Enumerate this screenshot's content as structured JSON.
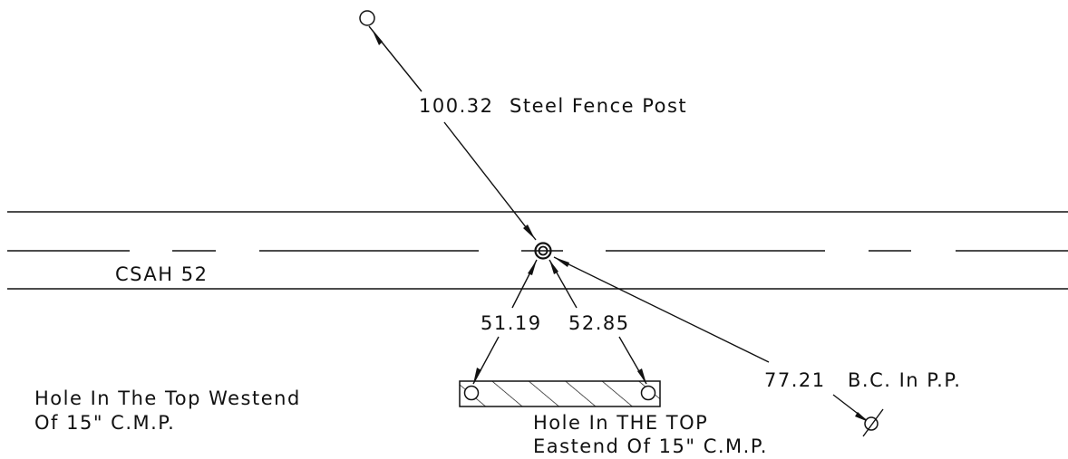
{
  "road": {
    "name": "CSAH 52"
  },
  "ties": [
    {
      "distance": "100.32",
      "description": "Steel Fence Post"
    },
    {
      "distance": "51.19",
      "description": "Hole In The Top Westend",
      "description2": "Of 15\" C.M.P."
    },
    {
      "distance": "52.85",
      "description": "Hole In THE TOP",
      "description2": "Eastend Of 15\" C.M.P."
    },
    {
      "distance": "77.21",
      "description": "B.C. In P.P."
    }
  ]
}
